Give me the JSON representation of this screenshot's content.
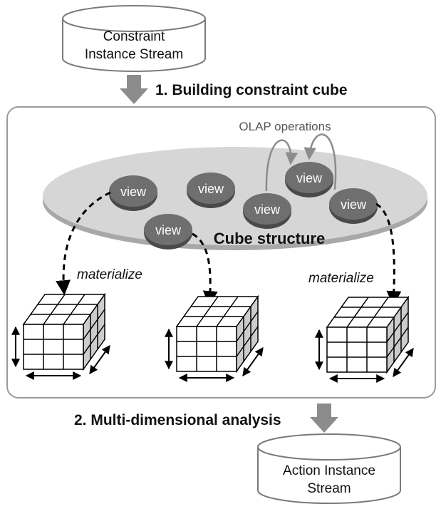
{
  "source": {
    "label_line1": "Constraint",
    "label_line2": "Instance Stream"
  },
  "step1": {
    "label": "1. Building constraint cube"
  },
  "step2": {
    "label": "2. Multi-dimensional analysis"
  },
  "sink": {
    "label_line1": "Action Instance",
    "label_line2": "Stream"
  },
  "olap": {
    "label": "OLAP operations"
  },
  "structure": {
    "label": "Cube structure"
  },
  "views": [
    "view",
    "view",
    "view",
    "view",
    "view",
    "view"
  ],
  "materialize": {
    "left": "materialize",
    "right": "materialize"
  },
  "colors": {
    "ellipse_fill": "#d6d6d6",
    "ellipse_edge": "#a8a8a8",
    "view_fill": "#6f6f6f",
    "view_edge": "#4a4a4a",
    "arrow_fill": "#8c8c8c",
    "cube_side": "#cccccc",
    "panel_stroke": "#9a9a9a"
  }
}
